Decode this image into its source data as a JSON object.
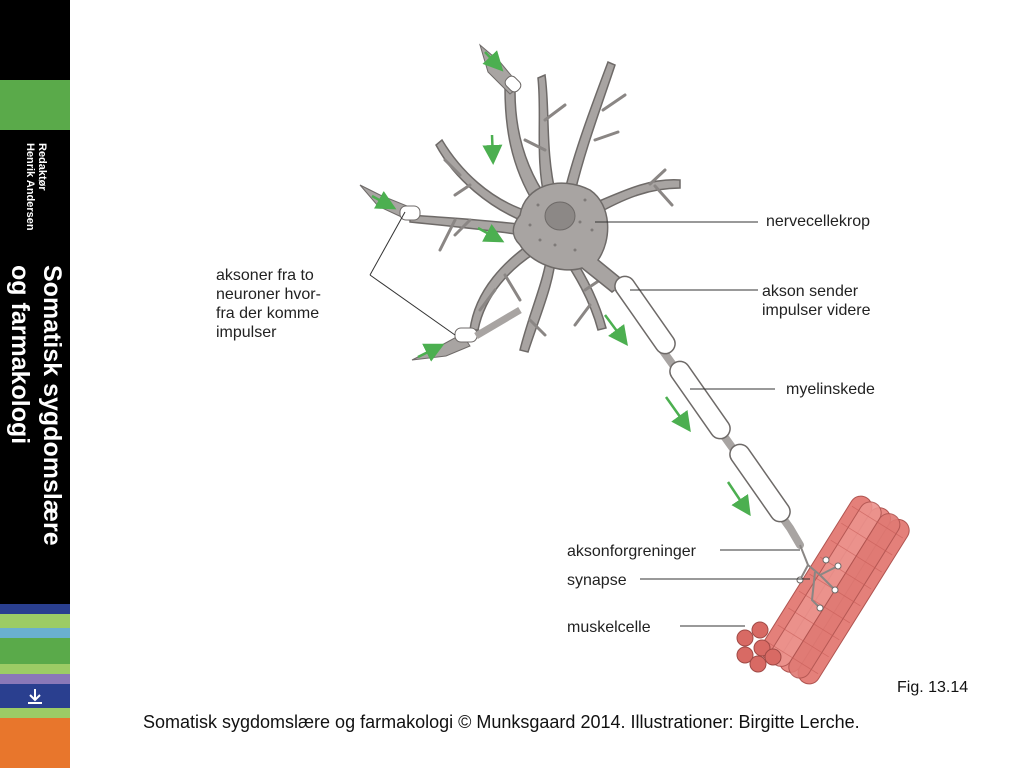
{
  "spine": {
    "editor_role": "Redaktør",
    "editor_name": "Henrik Andersen",
    "book_title_line1": "Somatisk sygdomslære",
    "book_title_line2": "og farmakologi",
    "colors": {
      "background": "#000000",
      "green": "#5aaa4a",
      "blue": "#2a3f8f",
      "orange": "#e8762c",
      "light_green": "#9ccc65"
    }
  },
  "labels": {
    "axons_from": [
      "aksoner fra to",
      "neuroner hvor-",
      "fra der komme",
      "impulser"
    ],
    "cell_body": "nervecellekrop",
    "axon_sends": [
      "akson sender",
      "impulser videre"
    ],
    "myelin": "myelinskede",
    "axon_branches": "aksonforgreninger",
    "synapse": "synapse",
    "muscle_cell": "muskelcelle"
  },
  "figure_number": "Fig. 13.14",
  "credit": "Somatisk sygdomslære og farmakologi © Munksgaard 2014. Illustrationer: Birgitte Lerche.",
  "colors": {
    "neuron": "#a8a4a2",
    "neuron_outline": "#6e6a68",
    "myelin": "#ffffff",
    "arrow": "#4caf50",
    "muscle": "#e4807a",
    "muscle_dark": "#c45a55"
  }
}
